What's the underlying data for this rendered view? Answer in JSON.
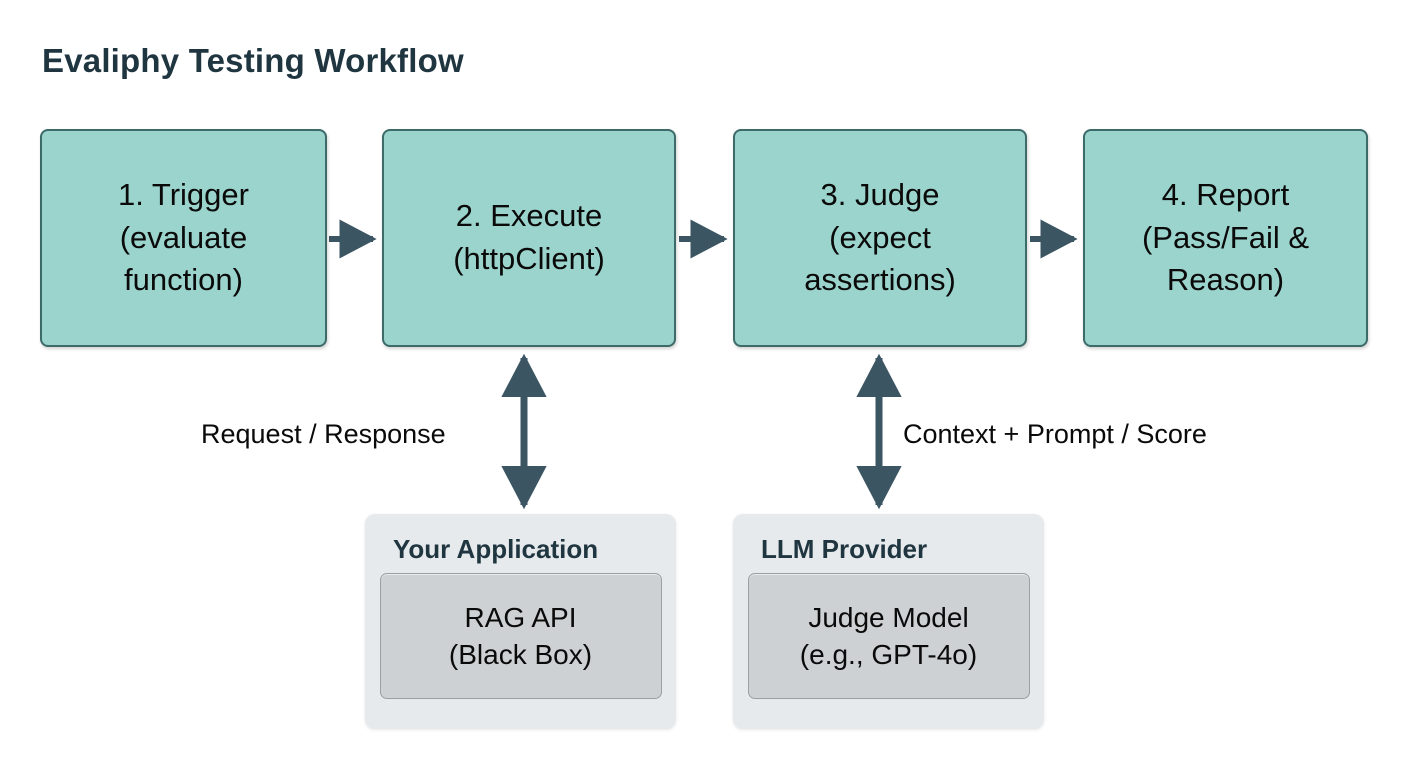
{
  "title": "Evaliphy Testing Workflow",
  "colors": {
    "background": "#ffffff",
    "stage_fill": "#9bd4cc",
    "stage_border": "#3c6b6a",
    "group_fill": "#e7eaec",
    "inner_fill": "#cdd1d3",
    "inner_border": "#9aa0a4",
    "arrow": "#3b5563",
    "title_text": "#1f3540",
    "body_text": "#0a0a0a"
  },
  "stages": [
    {
      "id": "trigger",
      "lines": [
        "1. Trigger",
        "(evaluate",
        "function)"
      ]
    },
    {
      "id": "execute",
      "lines": [
        "2. Execute",
        "(httpClient)"
      ]
    },
    {
      "id": "judge",
      "lines": [
        "3. Judge",
        "(expect",
        "assertions)"
      ]
    },
    {
      "id": "report",
      "lines": [
        "4. Report",
        "(Pass/Fail &",
        "Reason)"
      ]
    }
  ],
  "edge_labels": {
    "left": "Request / Response",
    "right": "Context + Prompt / Score"
  },
  "groups": [
    {
      "id": "your-application",
      "title": "Your Application",
      "inner": {
        "id": "rag-api",
        "lines": [
          "RAG API",
          "(Black Box)"
        ]
      }
    },
    {
      "id": "llm-provider",
      "title": "LLM Provider",
      "inner": {
        "id": "judge-model",
        "lines": [
          "Judge Model",
          "(e.g., GPT-4o)"
        ]
      }
    }
  ],
  "connectors": [
    {
      "id": "trigger-to-execute",
      "kind": "arrow-right"
    },
    {
      "id": "execute-to-judge",
      "kind": "arrow-right"
    },
    {
      "id": "judge-to-report",
      "kind": "arrow-right"
    },
    {
      "id": "execute-to-your-application",
      "kind": "arrow-bidirectional-vertical"
    },
    {
      "id": "judge-to-llm-provider",
      "kind": "arrow-bidirectional-vertical"
    }
  ]
}
